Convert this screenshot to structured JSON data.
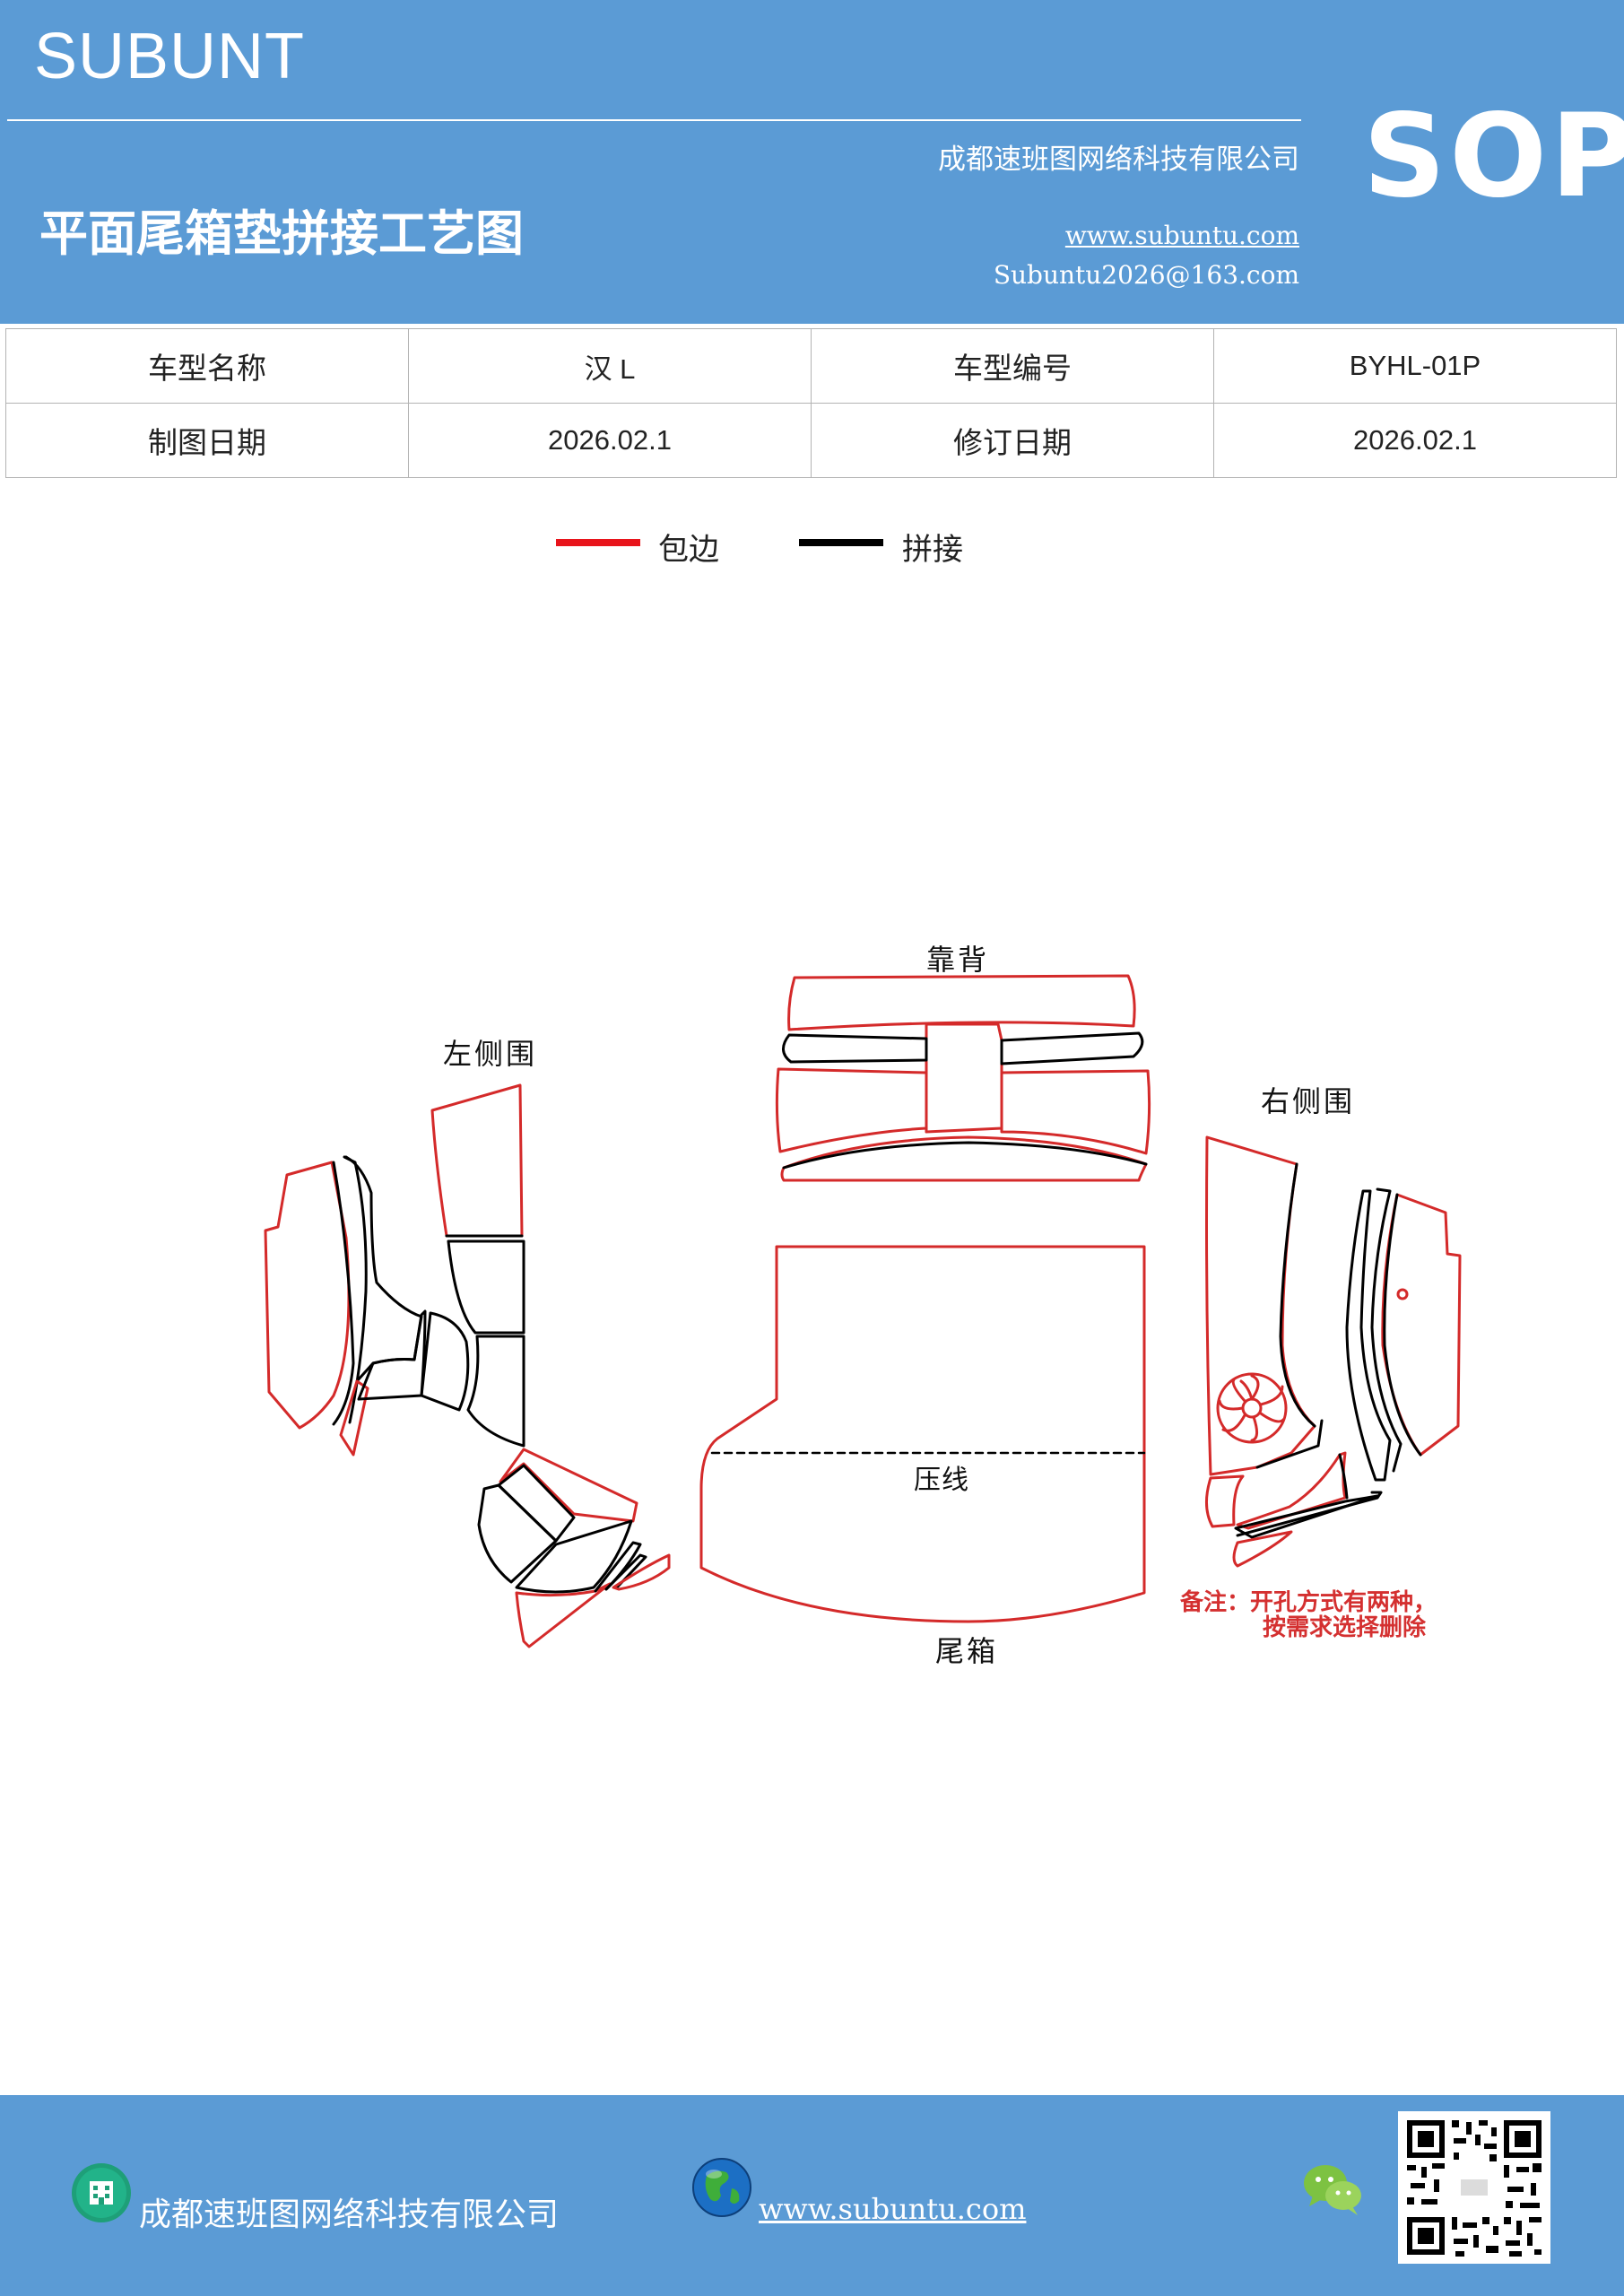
{
  "header": {
    "brand": "SUBUNT",
    "company": "成都速班图网络科技有限公司",
    "title": "平面尾箱垫拼接工艺图",
    "website": "www.subuntu.com",
    "email": "Subuntu2026@163.com",
    "badge": "SOP",
    "background_color": "#5b9bd5"
  },
  "info_table": {
    "rows": [
      [
        {
          "text": "车型名称",
          "kind": "label"
        },
        {
          "text": "汉 L",
          "kind": "value"
        },
        {
          "text": "车型编号",
          "kind": "label"
        },
        {
          "text": "BYHL-01P",
          "kind": "value"
        }
      ],
      [
        {
          "text": "制图日期",
          "kind": "label"
        },
        {
          "text": "2026.02.1",
          "kind": "value"
        },
        {
          "text": "修订日期",
          "kind": "label"
        },
        {
          "text": "2026.02.1",
          "kind": "value"
        }
      ]
    ]
  },
  "legend": {
    "items": [
      {
        "label": "包边",
        "color": "#e8141b"
      },
      {
        "label": "拼接",
        "color": "#000000"
      }
    ]
  },
  "diagram": {
    "labels": {
      "backrest": "靠背",
      "left_side": "左侧围",
      "right_side": "右侧围",
      "crease": "压线",
      "trunk": "尾箱"
    },
    "note_line1": "备注：开孔方式有两种，",
    "note_line2": "按需求选择删除",
    "edge_color": "#d42a2a",
    "seam_color": "#000000"
  },
  "footer": {
    "company": "成都速班图网络科技有限公司",
    "website": "www.subuntu.com",
    "icons": [
      "building-icon",
      "globe-icon",
      "wechat-icon",
      "qr-code"
    ]
  }
}
